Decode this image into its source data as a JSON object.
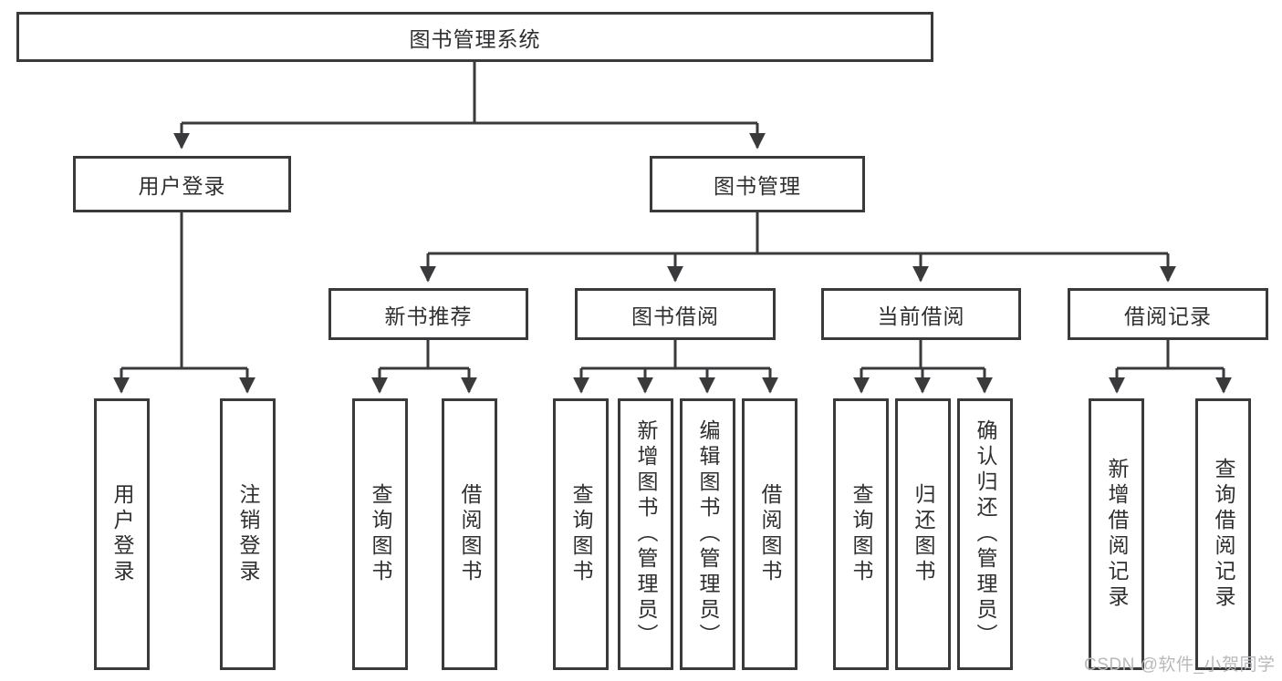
{
  "diagram": {
    "type": "tree",
    "title": "图书管理系统",
    "root": {
      "label": "图书管理系统"
    },
    "level1": [
      {
        "label": "用户登录"
      },
      {
        "label": "图书管理"
      }
    ],
    "level2": [
      {
        "label": "新书推荐"
      },
      {
        "label": "图书借阅"
      },
      {
        "label": "当前借阅"
      },
      {
        "label": "借阅记录"
      }
    ],
    "leaves": {
      "user_login": [
        {
          "label": "用户登录"
        },
        {
          "label": "注销登录"
        }
      ],
      "new_book_recommend": [
        {
          "label": "查询图书"
        },
        {
          "label": "借阅图书"
        }
      ],
      "book_borrow": [
        {
          "label": "查询图书"
        },
        {
          "label": "新增图书（管理员）"
        },
        {
          "label": "编辑图书（管理员）"
        },
        {
          "label": "借阅图书"
        }
      ],
      "current_borrow": [
        {
          "label": "查询图书"
        },
        {
          "label": "归还图书"
        },
        {
          "label": "确认归还（管理员）"
        }
      ],
      "borrow_record": [
        {
          "label": "新增借阅记录"
        },
        {
          "label": "查询借阅记录"
        }
      ]
    }
  },
  "watermark": {
    "text": "CSDN @软件_小贺同学"
  },
  "colors": {
    "border": "#3a3a3c",
    "text": "#2f2f31",
    "background": "#ffffff",
    "watermark": "#b9b9bb"
  }
}
